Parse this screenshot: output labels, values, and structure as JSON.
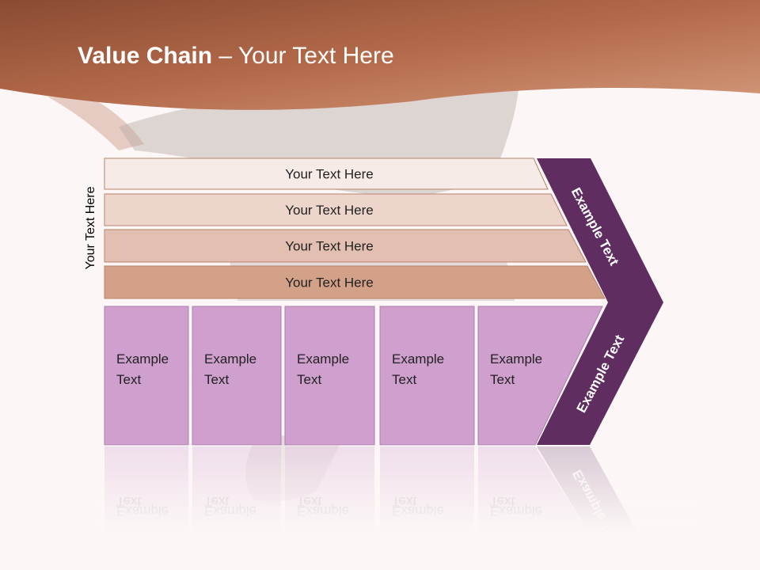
{
  "slide": {
    "title_bold": "Value Chain",
    "title_rest": " – Your Text Here",
    "side_label": "Your Text Here"
  },
  "rows": [
    {
      "label": "Your Text Here",
      "color": "#f6ebe7"
    },
    {
      "label": "Your Text Here",
      "color": "#edd5cb"
    },
    {
      "label": "Your Text Here",
      "color": "#e2bfb0"
    },
    {
      "label": "Your Text Here",
      "color": "#d3a088"
    }
  ],
  "boxes": [
    {
      "line1": "Example",
      "line2": "Text"
    },
    {
      "line1": "Example",
      "line2": "Text"
    },
    {
      "line1": "Example",
      "line2": "Text"
    },
    {
      "line1": "Example",
      "line2": "Text"
    },
    {
      "line1": "Example",
      "line2": "Text"
    }
  ],
  "chevron": {
    "upper_label": "Example Text",
    "lower_label": "Example Text"
  },
  "colors": {
    "header": "#b16a4c",
    "box_fill": "#cf9fce",
    "chevron_fill": "#5f2d60",
    "row_stroke": "#b8836c"
  }
}
